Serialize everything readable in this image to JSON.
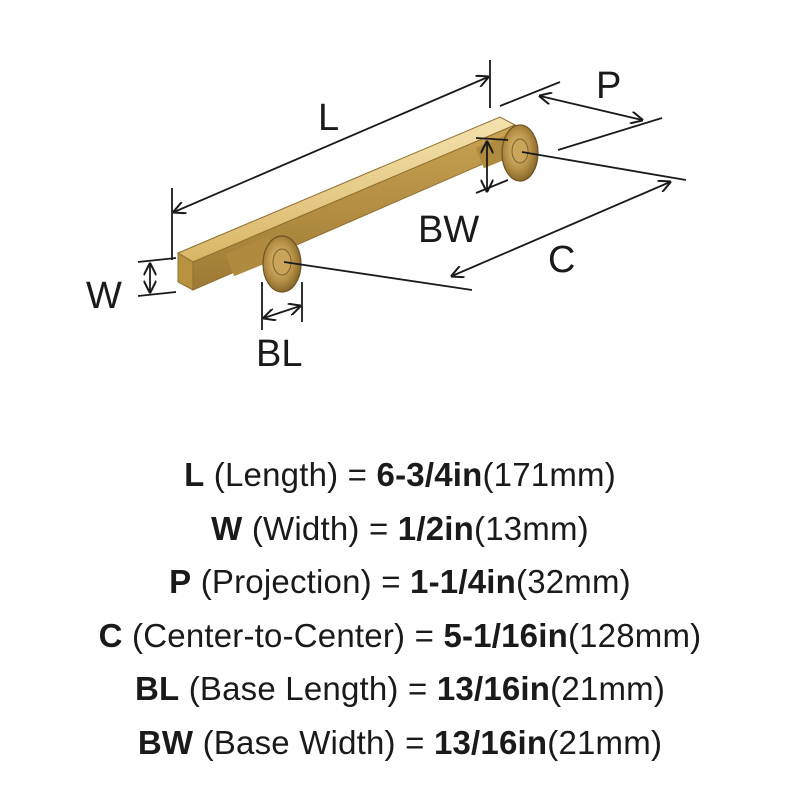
{
  "diagram": {
    "labels": {
      "L": "L",
      "P": "P",
      "W": "W",
      "BW": "BW",
      "C": "C",
      "BL": "BL"
    }
  },
  "specs": [
    {
      "code": "L",
      "desc": " (Length) = ",
      "value": "6-3/4in",
      "metric": "(171mm)"
    },
    {
      "code": "W",
      "desc": " (Width) = ",
      "value": "1/2in",
      "metric": "(13mm)"
    },
    {
      "code": "P",
      "desc": " (Projection) = ",
      "value": "1-1/4in",
      "metric": "(32mm)"
    },
    {
      "code": "C",
      "desc": " (Center-to-Center) = ",
      "value": "5-1/16in",
      "metric": "(128mm)"
    },
    {
      "code": "BL",
      "desc": " (Base Length) = ",
      "value": "13/16in",
      "metric": "(21mm)"
    },
    {
      "code": "BW",
      "desc": " (Base Width) = ",
      "value": "13/16in",
      "metric": "(21mm)"
    }
  ],
  "colors": {
    "brass": "#d7b56a",
    "brass_dark": "#a8843c",
    "brass_light": "#f2dca4",
    "line": "#1a1a1a"
  }
}
